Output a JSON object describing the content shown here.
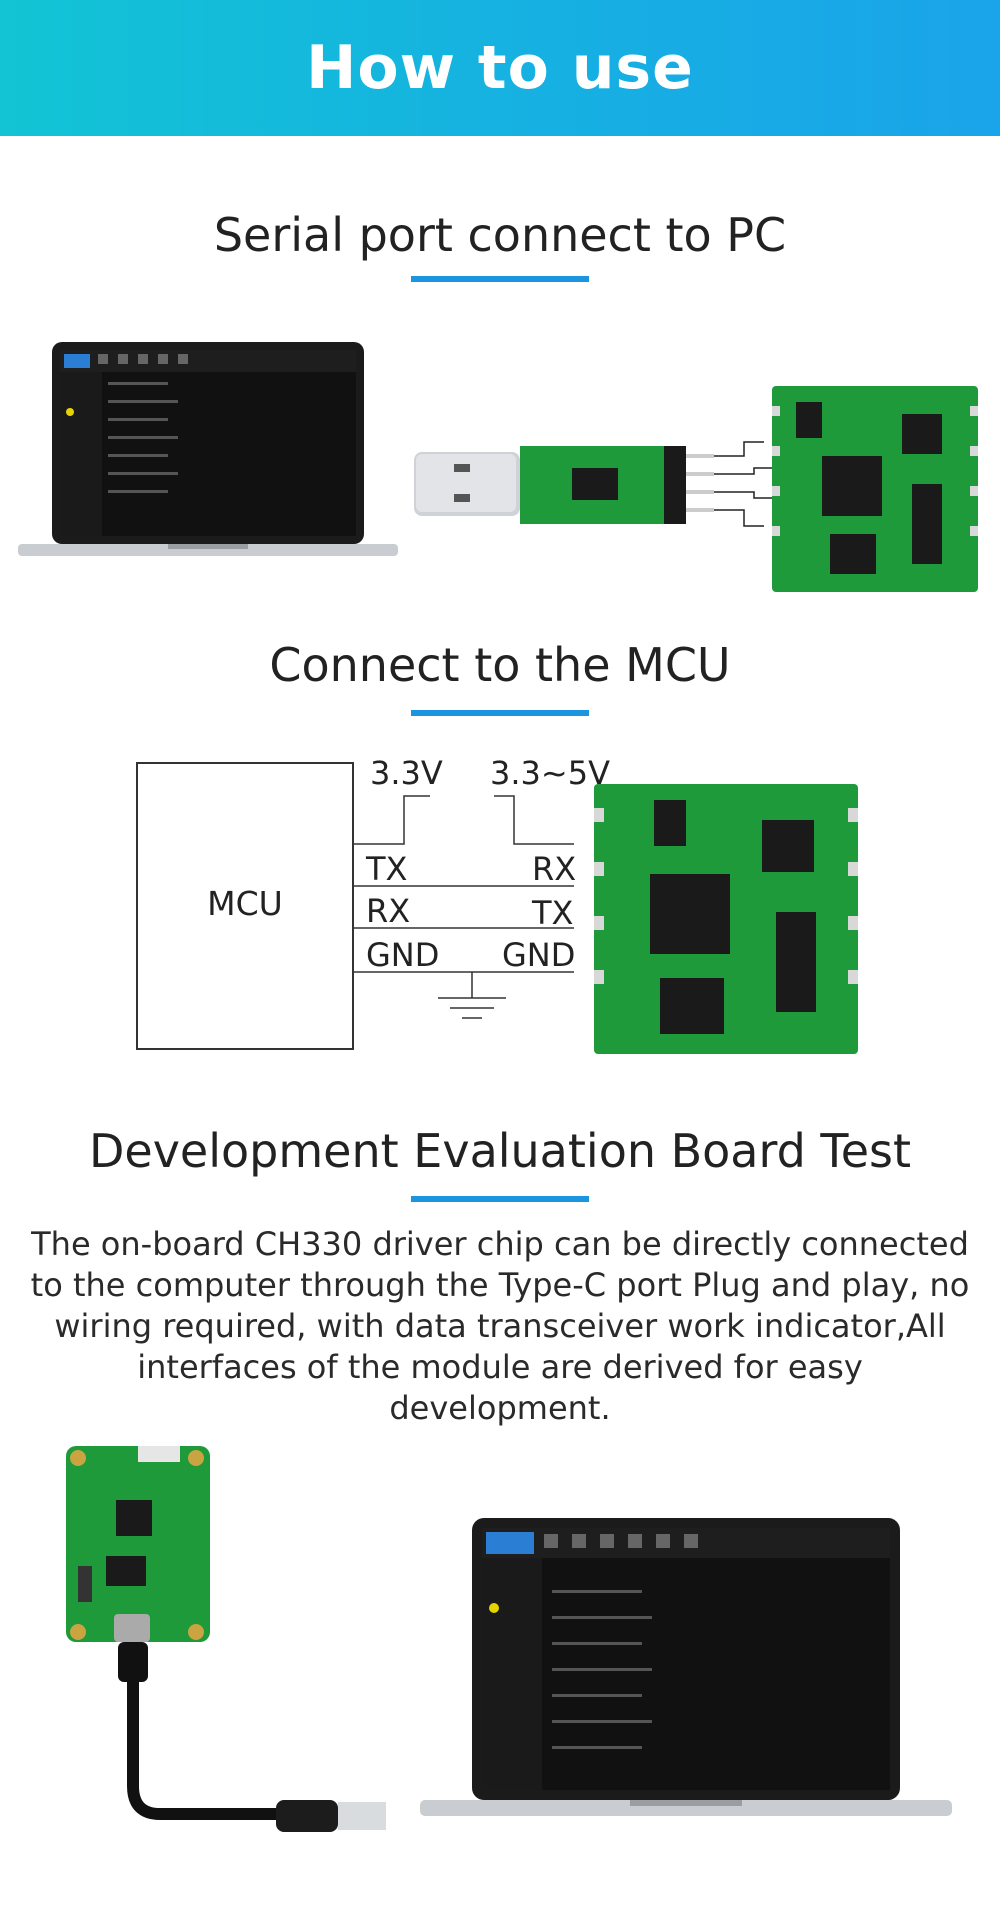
{
  "header": {
    "title": "How to use"
  },
  "sections": {
    "serial": {
      "title": "Serial port connect to PC"
    },
    "mcu": {
      "title": "Connect to the MCU",
      "mcu_label": "MCU",
      "voltage_left": "3.3V",
      "voltage_right": "3.3~5V",
      "left_pins": [
        "TX",
        "RX",
        "GND"
      ],
      "right_pins": [
        "RX",
        "TX",
        "GND"
      ]
    },
    "devboard": {
      "title": "Development Evaluation Board Test",
      "description": "The on-board CH330 driver chip can be directly connected to the computer through the Type-C port Plug and play, no wiring required, with data transceiver work indicator,All interfaces of the module are derived for easy development."
    }
  },
  "colors": {
    "banner": "#16b0e2",
    "accent_underline": "#1c95e0",
    "pcb_green": "#1f9a3a"
  },
  "icons": [
    "laptop-icon",
    "usb-serial-adapter-icon",
    "sensor-module-icon",
    "ground-symbol-icon",
    "dev-board-icon",
    "usb-cable-icon"
  ]
}
